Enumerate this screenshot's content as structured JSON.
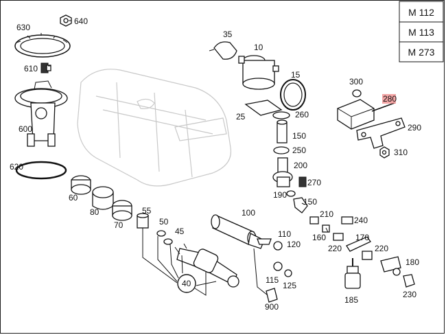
{
  "engine_variants": [
    "M 112",
    "M 113",
    "M 273"
  ],
  "highlighted_part": "280",
  "highlight_color": "#f08080",
  "parts": {
    "p640": "640",
    "p630": "630",
    "p610": "610",
    "p600": "600",
    "p620": "620",
    "p35": "35",
    "p10": "10",
    "p15": "15",
    "p25": "25",
    "p260": "260",
    "p150a": "150",
    "p250": "250",
    "p200": "200",
    "p270": "270",
    "p190": "190",
    "p150b": "150",
    "p300": "300",
    "p280": "280",
    "p290": "290",
    "p310": "310",
    "p60": "60",
    "p80": "80",
    "p70": "70",
    "p55": "55",
    "p50": "50",
    "p45": "45",
    "p40": "40",
    "p100": "100",
    "p110": "110",
    "p120": "120",
    "p115": "115",
    "p125": "125",
    "p900": "900",
    "p210": "210",
    "p240": "240",
    "p160": "160",
    "p170": "170",
    "p220a": "220",
    "p220b": "220",
    "p180": "180",
    "p185": "185",
    "p230": "230"
  }
}
